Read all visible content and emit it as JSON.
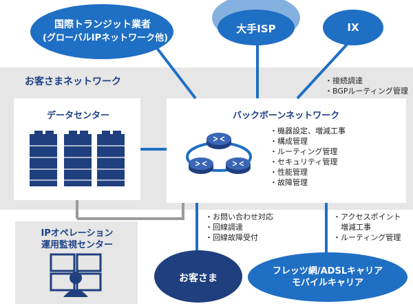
{
  "title_customer_network": "お客さまネットワーク",
  "isp_oval": {
    "line1": "国際トランジット業者",
    "line2": "(グローバルIPネットワーク他)"
  },
  "major_isp": "大手ISP",
  "ix": "IX",
  "datacenter": "データセンター",
  "backbone": "バックボーンネットワーク",
  "ops_center": {
    "line1": "IPオペレーション",
    "line2": "運用監視センター"
  },
  "customer": "お客さま",
  "flets": {
    "line1": "フレッツ網/ADSLキャリア",
    "line2": "モバイルキャリア"
  },
  "ix_notes": [
    "・接続調達",
    "・BGPルーティング管理"
  ],
  "backbone_notes": [
    "・機器設定、増減工事",
    "・構成管理",
    "・ルーティング管理",
    "・セキュリティ管理",
    "・性能管理",
    "・故障管理"
  ],
  "customer_notes": [
    "・お問い合わせ対応",
    "・回線調達",
    "・回線故障受付"
  ],
  "flets_notes": [
    "・アクセスポイント",
    "　増減工事",
    "・ルーティング管理"
  ],
  "colors": {
    "blue": "#1f6fc4",
    "dark_blue": "#1c3f85",
    "navy": "#1f3f7e",
    "gray_panel": "#e6e6e6",
    "gray_line": "#9a9a9a"
  }
}
